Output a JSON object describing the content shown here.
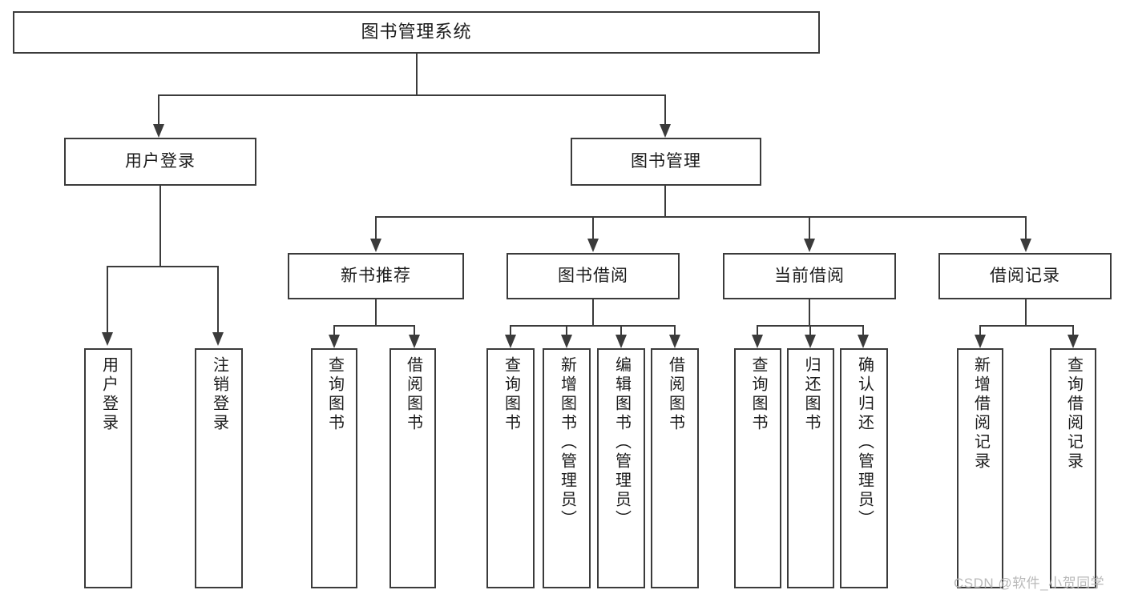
{
  "diagram": {
    "type": "tree-hierarchy",
    "title": "图书管理系统",
    "orientation": "top-down",
    "colors": {
      "stroke": "#3b3b3b",
      "fill": "#ffffff",
      "text": "#1b1b1b",
      "watermark": "#b9b9b9"
    },
    "levels": {
      "root": "图书管理系统",
      "level2": [
        "用户登录",
        "图书管理"
      ],
      "level3": [
        "新书推荐",
        "图书借阅",
        "当前借阅",
        "借阅记录"
      ]
    }
  },
  "nodes": {
    "root": {
      "label": "图书管理系统"
    },
    "user_login": {
      "label": "用户登录"
    },
    "book_manage": {
      "label": "图书管理"
    },
    "new_book_rec": {
      "label": "新书推荐"
    },
    "book_borrow": {
      "label": "图书借阅"
    },
    "current_borrow": {
      "label": "当前借阅"
    },
    "borrow_record": {
      "label": "借阅记录"
    },
    "leaf_user_login": {
      "label": "用户登录"
    },
    "leaf_user_logout": {
      "label": "注销登录"
    },
    "leaf_query_book_1": {
      "label": "查询图书"
    },
    "leaf_borrow_book_1": {
      "label": "借阅图书"
    },
    "leaf_query_book_2": {
      "label": "查询图书"
    },
    "leaf_add_book": {
      "label": "新增图书（管理员）"
    },
    "leaf_edit_book": {
      "label": "编辑图书（管理员）"
    },
    "leaf_borrow_book_2": {
      "label": "借阅图书"
    },
    "leaf_query_book_3": {
      "label": "查询图书"
    },
    "leaf_return_book": {
      "label": "归还图书"
    },
    "leaf_confirm_return": {
      "label": "确认归还（管理员）"
    },
    "leaf_add_record": {
      "label": "新增借阅记录"
    },
    "leaf_query_record": {
      "label": "查询借阅记录"
    }
  },
  "watermark": {
    "text": "CSDN @软件_小贺同学"
  }
}
